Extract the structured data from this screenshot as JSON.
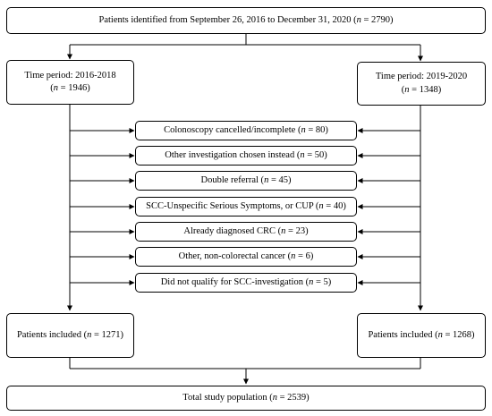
{
  "top": {
    "text": "Patients identified from September 26, 2016 to December 31, 2020 (",
    "var": "n",
    "value": " = 2790)"
  },
  "left_period": {
    "line1": "Time period: 2016-2018",
    "line2_prefix": "(",
    "var": "n",
    "line2_value": " = 1946)"
  },
  "right_period": {
    "line1": "Time period: 2019-2020",
    "line2_prefix": "(",
    "var": "n",
    "line2_value": " = 1348)"
  },
  "exclusions": [
    {
      "label": "Colonoscopy cancelled/incomplete (",
      "var": "n",
      "value": " = 80)"
    },
    {
      "label": "Other investigation chosen instead (",
      "var": "n",
      "value": " = 50)"
    },
    {
      "label": "Double referral (",
      "var": "n",
      "value": " = 45)"
    },
    {
      "label": "SCC-Unspecific Serious Symptoms, or CUP (",
      "var": "n",
      "value": " = 40)"
    },
    {
      "label": "Already diagnosed CRC (",
      "var": "n",
      "value": " = 23)"
    },
    {
      "label": "Other, non-colorectal cancer (",
      "var": "n",
      "value": " = 6)"
    },
    {
      "label": "Did not qualify for SCC-investigation (",
      "var": "n",
      "value": " = 5)"
    }
  ],
  "left_included": {
    "text": "Patients included (",
    "var": "n",
    "value": " = 1271)"
  },
  "right_included": {
    "text": "Patients included (",
    "var": "n",
    "value": " = 1268)"
  },
  "total": {
    "text": "Total study population (",
    "var": "n",
    "value": " = 2539)"
  },
  "colors": {
    "line": "#000000",
    "box_border": "#000000",
    "background": "#ffffff"
  }
}
